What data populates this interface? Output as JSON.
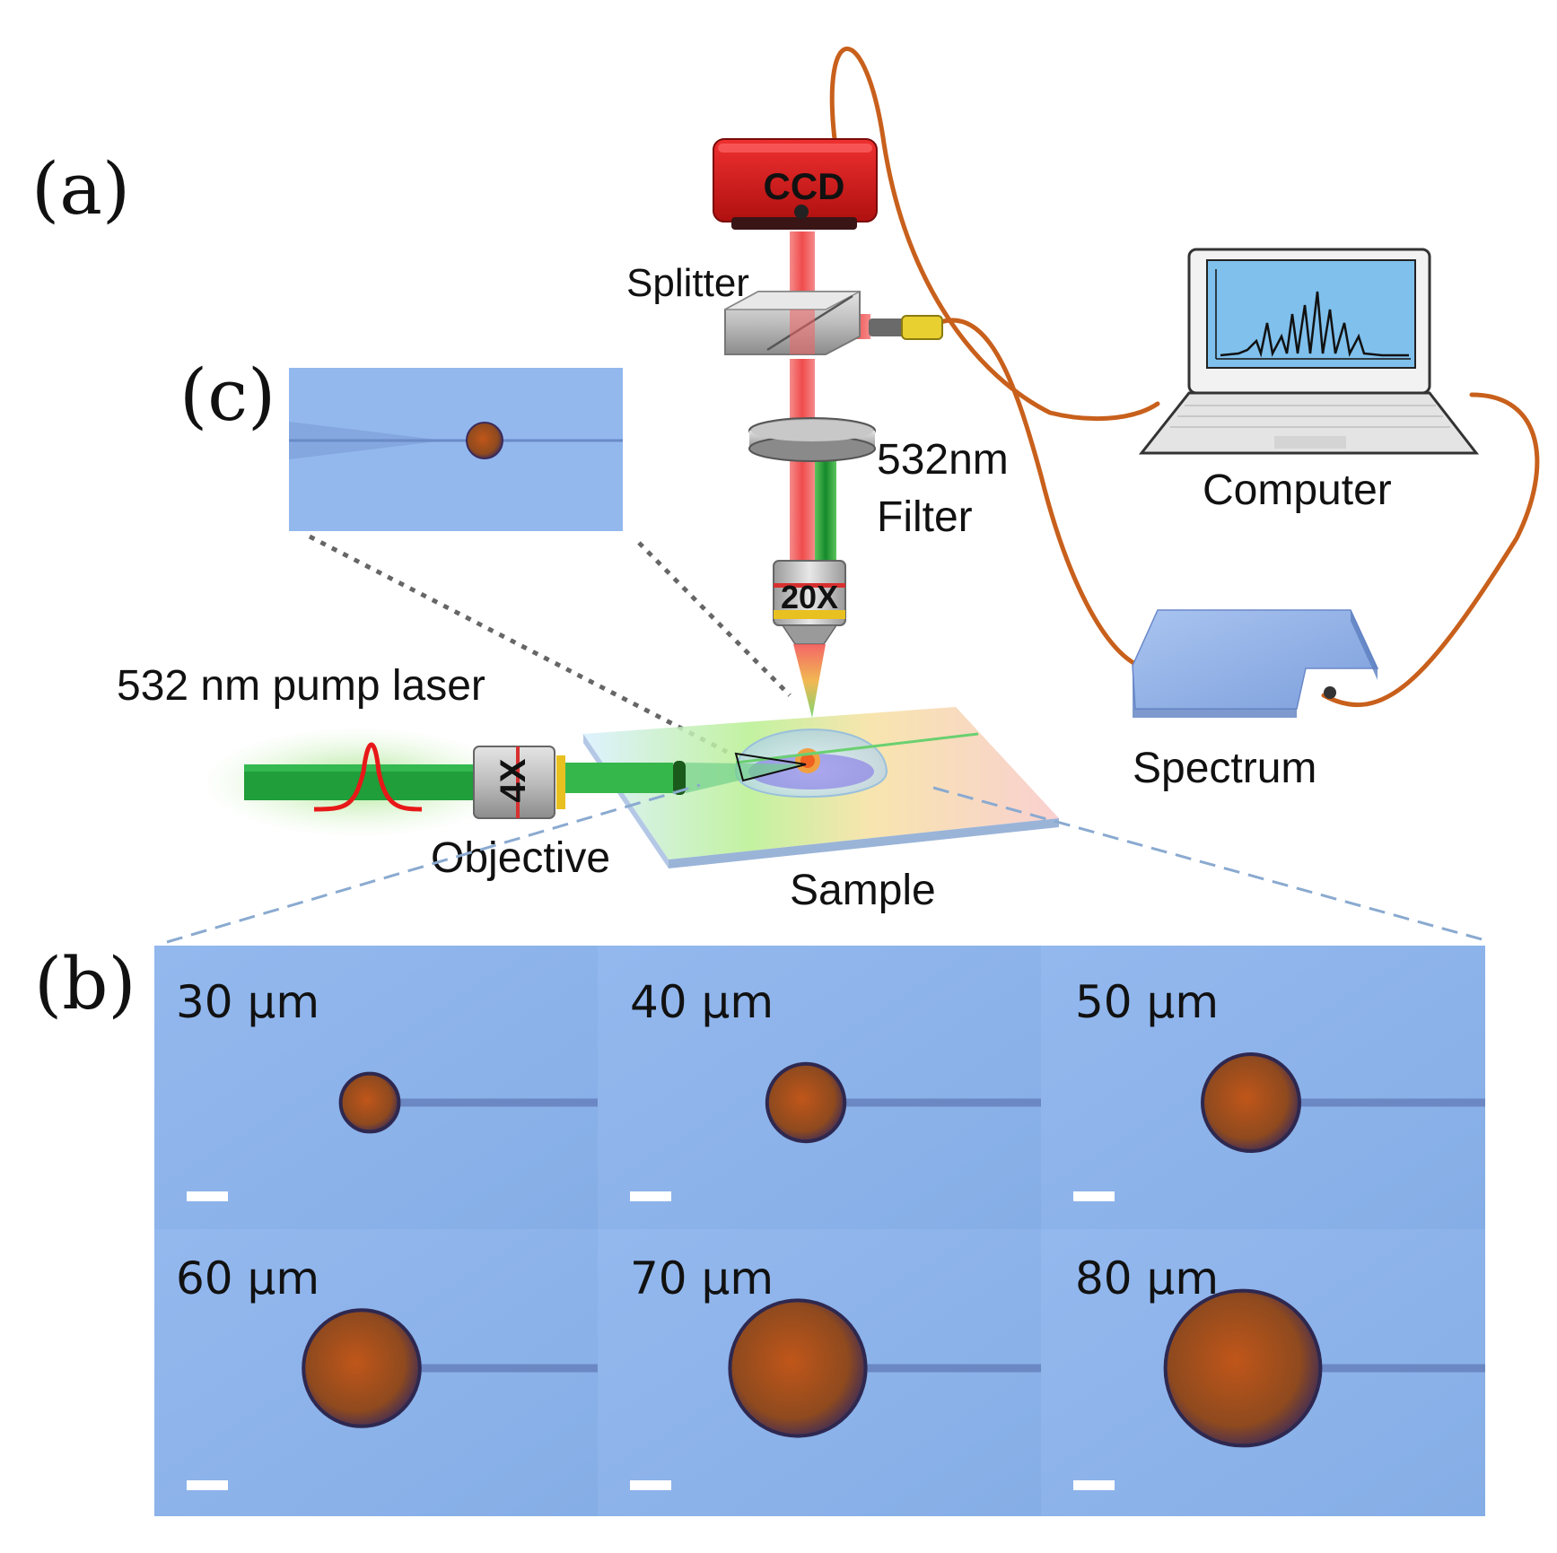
{
  "panel_labels": {
    "a": "(a)",
    "b": "(b)",
    "c": "(c)"
  },
  "components": {
    "ccd": "CCD",
    "splitter": "Splitter",
    "filter_line1": "532nm",
    "filter_line2": "Filter",
    "objective_20x": "20X",
    "objective_4x": "4X",
    "objective": "Objective",
    "pump_laser": "532 nm pump laser",
    "computer": "Computer",
    "spectrum": "Spectrum",
    "sample": "Sample"
  },
  "microsphere_images": [
    {
      "label": "30 µm",
      "diameter_um": 30
    },
    {
      "label": "40 µm",
      "diameter_um": 40
    },
    {
      "label": "50 µm",
      "diameter_um": 50
    },
    {
      "label": "60 µm",
      "diameter_um": 60
    },
    {
      "label": "70 µm",
      "diameter_um": 70
    },
    {
      "label": "80 µm",
      "diameter_um": 80
    }
  ],
  "colors": {
    "cable": "#c8601c",
    "beam_red": "#f26d6d",
    "beam_green": "#1f9e3a",
    "ccd_red": "#d9191c",
    "panel_blue": "#8fb5ea",
    "sphere": "#9a4a1c"
  }
}
